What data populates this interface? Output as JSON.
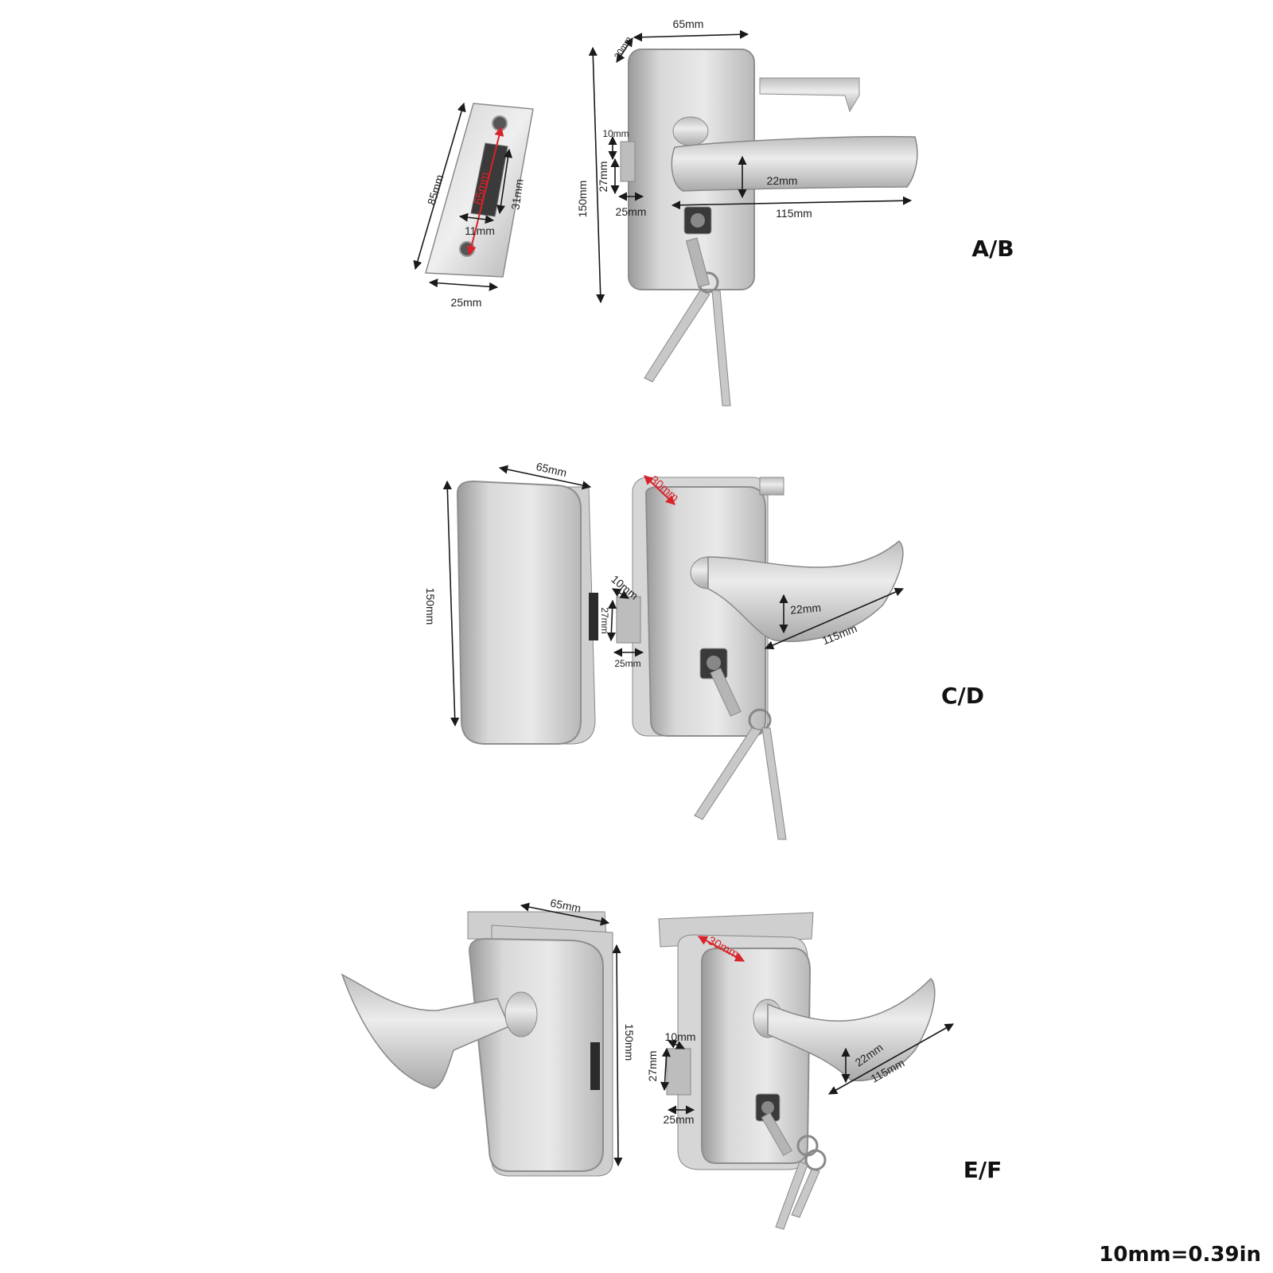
{
  "variants": [
    "A/B",
    "C/D",
    "E/F"
  ],
  "conversion": "10mm=0.39in",
  "strike_plate": {
    "height": "85mm",
    "width": "25mm",
    "hole_spacing": "65mm",
    "slot_height": "31mm",
    "slot_width": "11mm"
  },
  "lock_ab": {
    "width": "65mm",
    "depth": "30mm",
    "height": "150mm",
    "latch_height": "10mm",
    "latch_length": "27mm",
    "latch_offset": "25mm",
    "lever_thickness": "22mm",
    "lever_length": "115mm"
  },
  "lock_cd": {
    "width": "65mm",
    "depth": "30mm",
    "height": "150mm",
    "latch_height": "10mm",
    "latch_length": "27mm",
    "latch_offset": "25mm",
    "lever_thickness": "22mm",
    "lever_length": "115mm"
  },
  "lock_ef": {
    "width": "65mm",
    "depth": "30mm",
    "height": "150mm",
    "latch_height": "10mm",
    "latch_length": "27mm",
    "latch_offset": "25mm",
    "lever_thickness": "22mm",
    "lever_length": "115mm"
  },
  "colors": {
    "steel_light": "#e6e6e6",
    "steel_mid": "#c4c4c4",
    "steel_dark": "#8e8e8e",
    "accent_red": "#d9232a"
  }
}
